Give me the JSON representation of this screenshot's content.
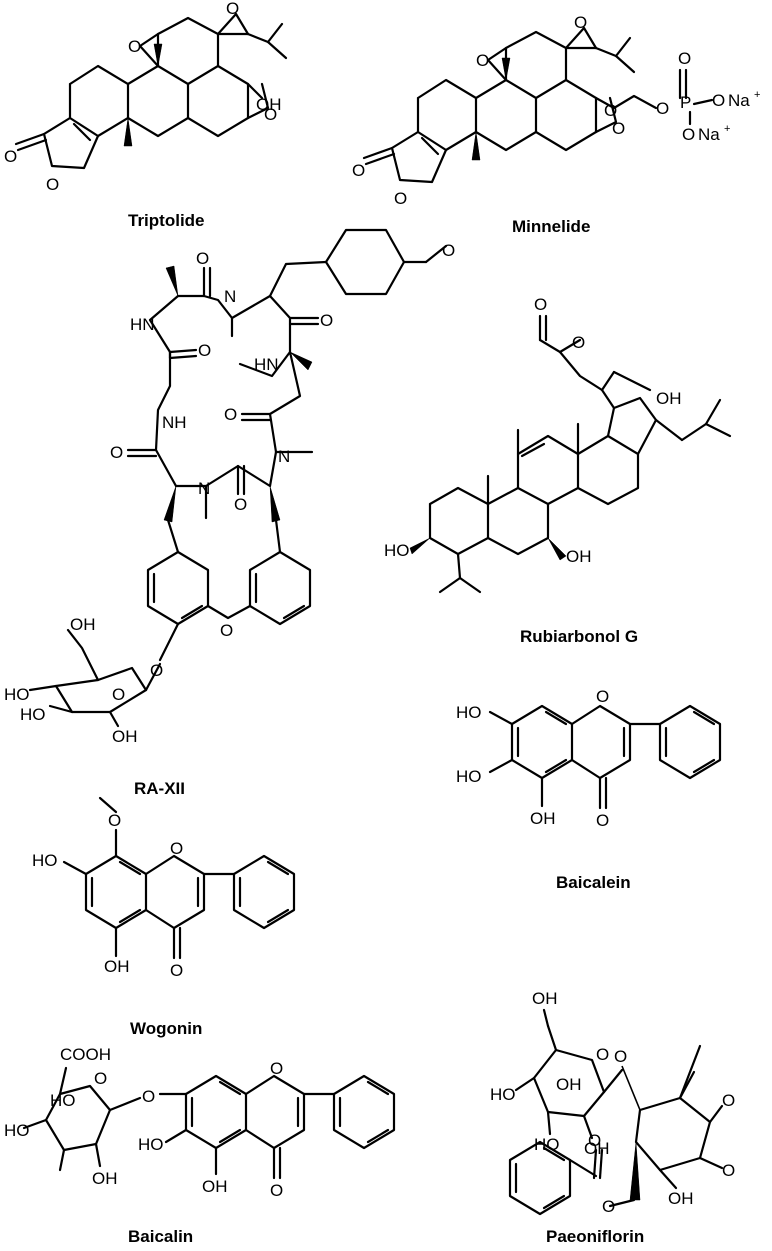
{
  "compounds": [
    {
      "id": "triptolide",
      "name": "Triptolide"
    },
    {
      "id": "minnelide",
      "name": "Minnelide"
    },
    {
      "id": "ra-xii",
      "name": "RA-XII"
    },
    {
      "id": "rubiarbonol-g",
      "name": "Rubiarbonol G"
    },
    {
      "id": "baicalein",
      "name": "Baicalein"
    },
    {
      "id": "wogonin",
      "name": "Wogonin"
    },
    {
      "id": "baicalin",
      "name": "Baicalin"
    },
    {
      "id": "paeoniflorin",
      "name": "Paeoniflorin"
    }
  ],
  "atom_labels": {
    "O": "O",
    "OH": "OH",
    "HO": "HO",
    "N": "N",
    "NH": "NH",
    "HN": "HN",
    "P": "P",
    "Na": "Na",
    "plus": "+",
    "COOH": "COOH"
  }
}
